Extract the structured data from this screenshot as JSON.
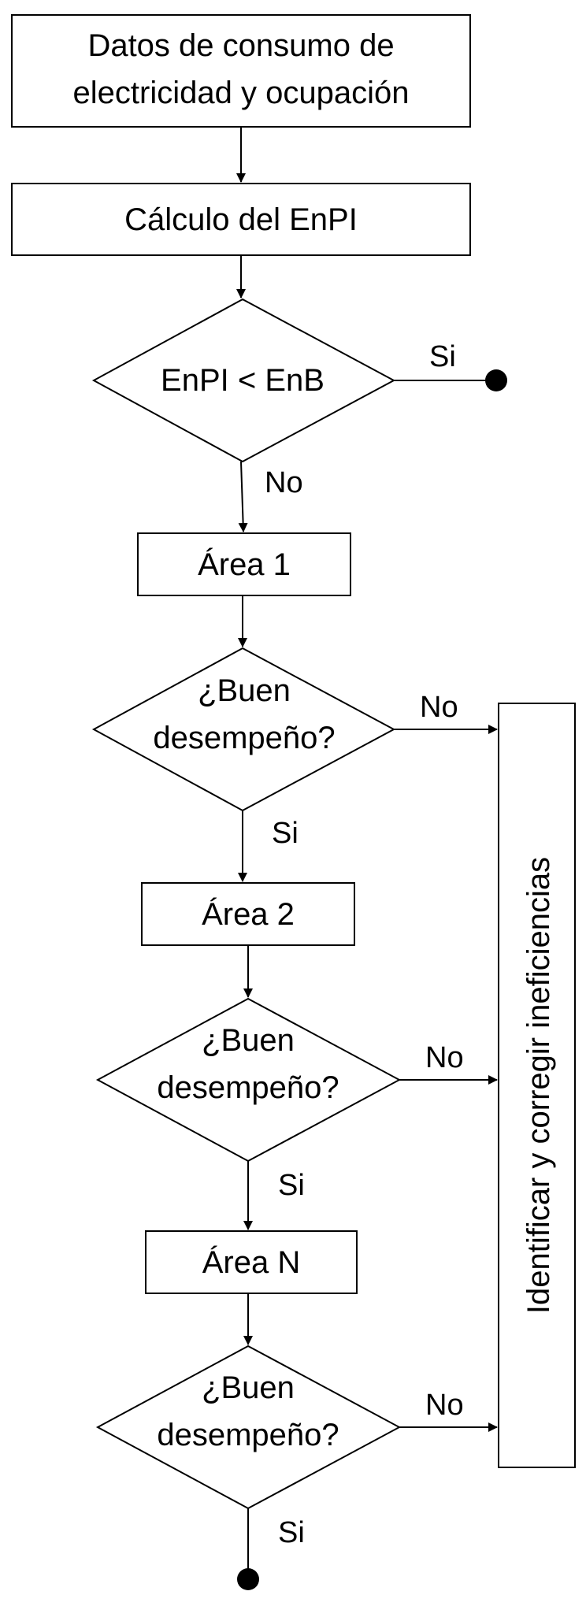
{
  "nodes": {
    "data_input": [
      "Datos de consumo de",
      "electricidad y ocupación"
    ],
    "calc": "Cálculo del EnPI",
    "decision_enpi": "EnPI < EnB",
    "area_1": "Área 1",
    "area_2": "Área 2",
    "area_n": "Área N",
    "question": [
      "¿Buen",
      "desempeño?"
    ],
    "side_box": "Identificar y corregir ineficiencias"
  },
  "edge_labels": {
    "yes": "Si",
    "no": "No"
  }
}
